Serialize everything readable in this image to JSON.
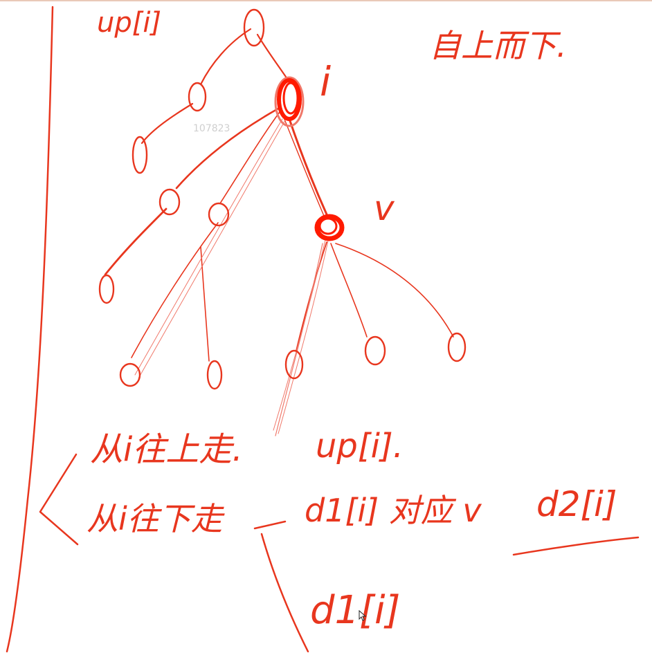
{
  "colors": {
    "ink": "#e8361e",
    "ink_light": "#f0786a",
    "highlight": "#ff1a00",
    "paper": "#ffffff",
    "watermark": "#cfcfcf"
  },
  "annotations": {
    "up_i": "up[i]",
    "top_down": "自上而下.",
    "label_i": "i",
    "label_v": "v",
    "watermark": "107823",
    "from_i_up": "从i往上走.",
    "up_i_2": "up[i].",
    "from_i_down": "从i往下走",
    "d1_line": "d1[i] 对应 v",
    "d2": "d2[i]",
    "d1_bottom": "d1[i]"
  },
  "icons": {
    "cursor": "mouse-pointer-icon"
  }
}
